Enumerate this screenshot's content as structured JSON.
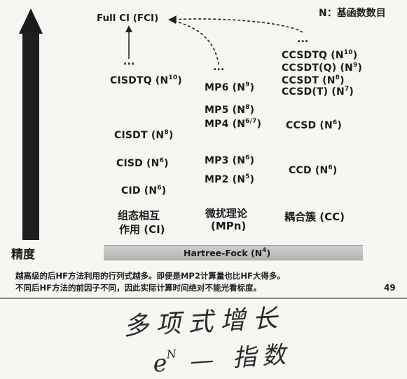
{
  "header": {
    "note": "N：基函数数目"
  },
  "left_axis": {
    "label": "精度"
  },
  "top": {
    "fci": "Full CI (FCI)",
    "ellipsis": "..."
  },
  "ci_column": {
    "items": [
      {
        "name": "CISDTQ",
        "exp": "10"
      },
      {
        "name": "CISDT",
        "exp": "8"
      },
      {
        "name": "CISD",
        "exp": "6"
      },
      {
        "name": "CID",
        "exp": "6"
      }
    ],
    "caption_line1": "组态相互",
    "caption_line2": "作用 (CI)"
  },
  "mp_column": {
    "items": [
      {
        "name": "MP6",
        "exp": "9"
      },
      {
        "name": "MP5",
        "exp": "8"
      },
      {
        "name": "MP4",
        "exp": "6/7"
      },
      {
        "name": "MP3",
        "exp": "6"
      },
      {
        "name": "MP2",
        "exp": "5"
      }
    ],
    "caption_line1": "微扰理论",
    "caption_line2": "(MPn)"
  },
  "cc_column": {
    "items": [
      {
        "name": "CCSDTQ",
        "exp": "10"
      },
      {
        "name": "CCSDT(Q)",
        "exp": "9"
      },
      {
        "name": "CCSDT",
        "exp": "8"
      },
      {
        "name": "CCSD(T)",
        "exp": "7"
      },
      {
        "name": "CCSD",
        "exp": "6"
      },
      {
        "name": "CCD",
        "exp": "6"
      }
    ],
    "caption": "耦合簇 (CC)"
  },
  "hf_bar": {
    "label": "Hartree-Fock (N",
    "exp": "4"
  },
  "footer": {
    "line1": "越高级的后HF方法利用的行列式越多。即便是MP2计算量也比HF大得多。",
    "line2": "不同后HF方法的前因子不同，因此实际计算时间绝对不能光看标度。",
    "page_number": "49"
  },
  "handwriting": {
    "line1": "多项式增长",
    "line2_a": "e",
    "line2_sup": "N",
    "line2_b": " — 指数"
  }
}
